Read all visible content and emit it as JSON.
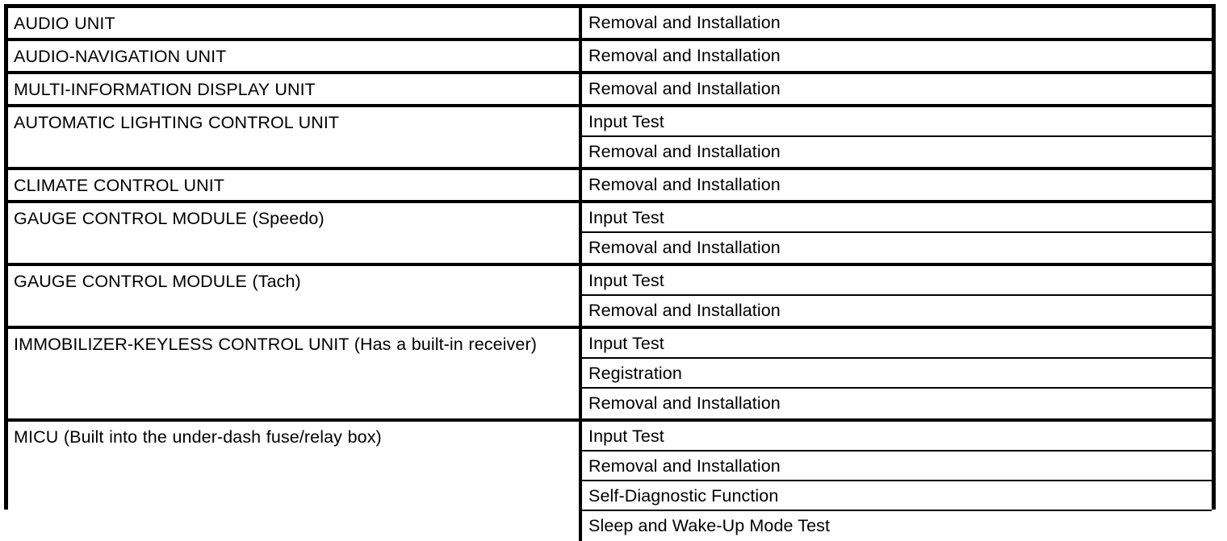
{
  "table": {
    "column_headers_visible": false,
    "border_color": "#000000",
    "background_color": "#ffffff",
    "text_color": "#000000",
    "groups": [
      {
        "component": "AUDIO UNIT",
        "procedures": [
          "Removal and Installation"
        ]
      },
      {
        "component": "AUDIO-NAVIGATION UNIT",
        "procedures": [
          "Removal and Installation"
        ]
      },
      {
        "component": "MULTI-INFORMATION DISPLAY UNIT",
        "procedures": [
          "Removal and Installation"
        ]
      },
      {
        "component": "AUTOMATIC LIGHTING CONTROL UNIT",
        "procedures": [
          "Input Test",
          "Removal and Installation"
        ]
      },
      {
        "component": "CLIMATE CONTROL UNIT",
        "procedures": [
          "Removal and Installation"
        ]
      },
      {
        "component": "GAUGE CONTROL MODULE (Speedo)",
        "procedures": [
          "Input Test",
          "Removal and Installation"
        ]
      },
      {
        "component": "GAUGE CONTROL MODULE (Tach)",
        "procedures": [
          "Input Test",
          "Removal and Installation"
        ]
      },
      {
        "component": "IMMOBILIZER-KEYLESS CONTROL UNIT (Has a built-in receiver)",
        "procedures": [
          "Input Test",
          "Registration",
          "Removal and Installation"
        ]
      },
      {
        "component": "MICU (Built into the under-dash fuse/relay box)",
        "procedures": [
          "Input Test",
          "Removal and Installation",
          "Self-Diagnostic Function",
          "Sleep and Wake-Up Mode Test"
        ]
      }
    ]
  }
}
